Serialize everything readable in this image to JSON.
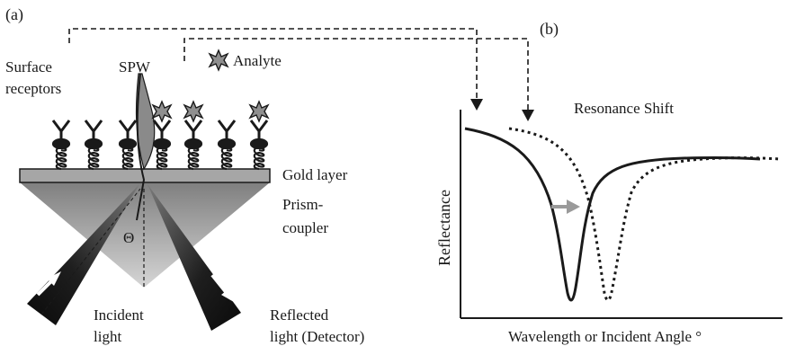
{
  "panel_a": {
    "label": "(a)",
    "surface_receptors": [
      "Surface",
      "receptors"
    ],
    "spw": "SPW",
    "analyte": "Analyte",
    "gold_layer": "Gold layer",
    "prism_coupler": [
      "Prism-",
      "coupler"
    ],
    "theta": "Θ",
    "incident_light": [
      "Incident",
      "light"
    ],
    "reflected_light": [
      "Reflected",
      "light (Detector)"
    ]
  },
  "panel_b": {
    "label": "(b)",
    "resonance_shift": "Resonance Shift",
    "ylabel": "Reflectance",
    "xlabel": "Wavelength or Incident Angle °"
  },
  "colors": {
    "ink": "#1a1a1a",
    "gold_layer": "#a6a6a6",
    "prism_light": "#d9d9d9",
    "prism_dark": "#8c8c8c",
    "spw": "#8a8a8a",
    "analyte": "#8f8f8f",
    "shift_arrow": "#9a9a9a"
  }
}
